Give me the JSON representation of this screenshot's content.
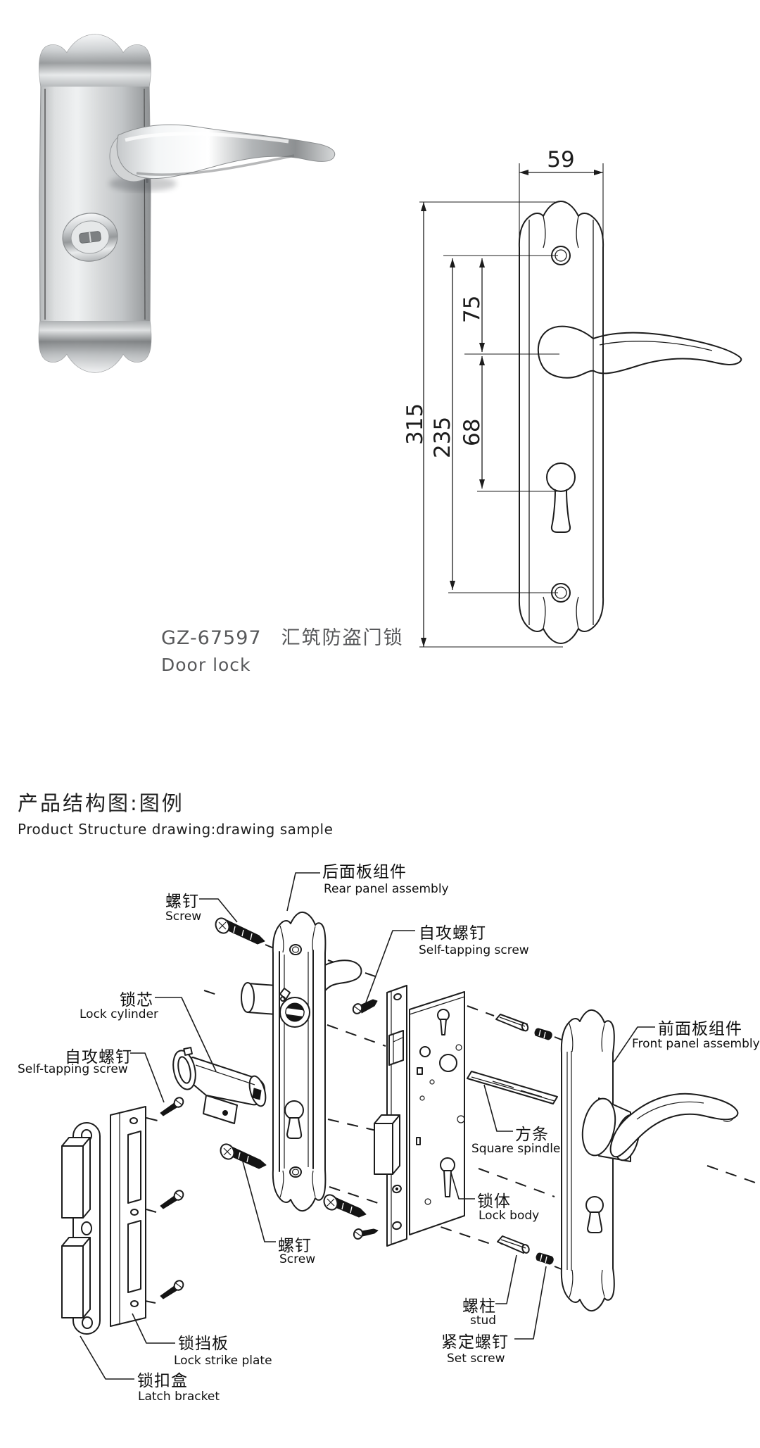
{
  "product": {
    "code": "GZ-67597",
    "name_cn": "汇筑防盗门锁",
    "name_en": "Door lock"
  },
  "dimensions": {
    "plate_width": "59",
    "total_height": "315",
    "screw_hole_spacing": "235",
    "top_hole_to_handle": "75",
    "handle_to_keyhole": "68"
  },
  "section_header": {
    "title_cn": "产品结构图:图例",
    "title_en": "Product Structure drawing:drawing sample"
  },
  "exploded_parts": {
    "screw_top": {
      "cn": "螺钉",
      "en": "Screw"
    },
    "rear_panel": {
      "cn": "后面板组件",
      "en": "Rear panel assembly"
    },
    "self_tapping_right": {
      "cn": "自攻螺钉",
      "en": "Self-tapping screw"
    },
    "lock_cylinder": {
      "cn": "锁芯",
      "en": "Lock cylinder"
    },
    "self_tapping_left": {
      "cn": "自攻螺钉",
      "en": "Self-tapping screw"
    },
    "front_panel": {
      "cn": "前面板组件",
      "en": "Front panel assembly"
    },
    "square_spindle": {
      "cn": "方条",
      "en": "Square spindle"
    },
    "lock_body": {
      "cn": "锁体",
      "en": "Lock body"
    },
    "screw_bottom": {
      "cn": "螺钉",
      "en": "Screw"
    },
    "stud": {
      "cn": "螺柱",
      "en": "stud"
    },
    "set_screw": {
      "cn": "紧定螺钉",
      "en": "Set screw"
    },
    "lock_strike_plate": {
      "cn": "锁挡板",
      "en": "Lock strike plate"
    },
    "latch_bracket": {
      "cn": "锁扣盒",
      "en": "Latch bracket"
    }
  },
  "colors": {
    "line": "#1c1c1c",
    "text": "#101010",
    "title_text": "#58595b",
    "steel_light": "#eef0f1",
    "steel_dark": "#8f9294"
  }
}
